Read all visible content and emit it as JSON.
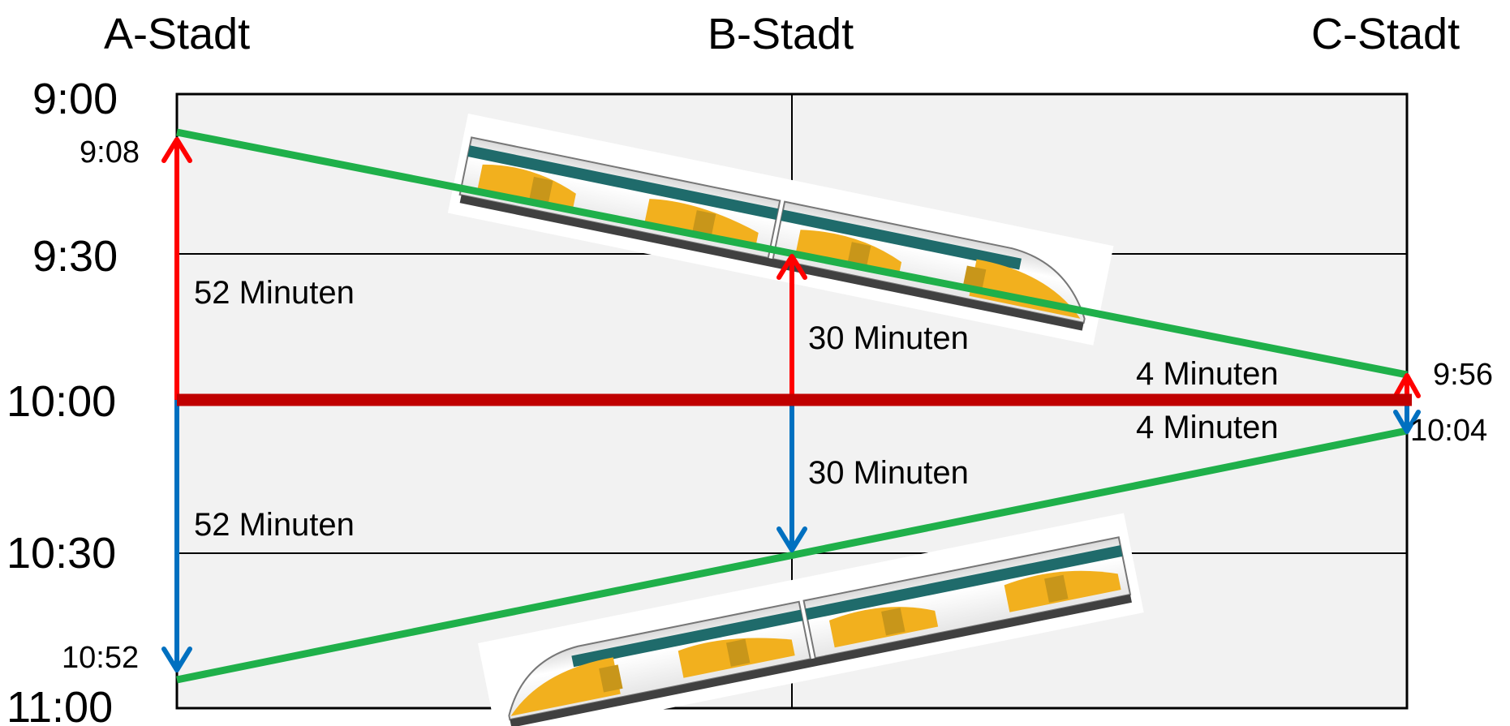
{
  "stations": {
    "a": "A-Stadt",
    "b": "B-Stadt",
    "c": "C-Stadt"
  },
  "axis_times": {
    "t900": "9:00",
    "t930": "9:30",
    "t1000": "10:00",
    "t1030": "10:30",
    "t1100": "11:00"
  },
  "event_times": {
    "a_departure": "9:08",
    "c_arrival": "9:56",
    "c_departure": "10:04",
    "a_arrival": "10:52"
  },
  "durations": {
    "a_to_sync": "52 Minuten",
    "b_to_sync": "30 Minuten",
    "c_to_sync": "4 Minuten",
    "sync_to_c": "4 Minuten",
    "sync_to_b": "30 Minuten",
    "sync_to_a": "52 Minuten"
  },
  "colors": {
    "train_path": "#1fb04a",
    "sync_line": "#c00000",
    "before_arrow": "#ff0000",
    "after_arrow": "#0070c0",
    "grid_bg": "#f2f2f2"
  }
}
